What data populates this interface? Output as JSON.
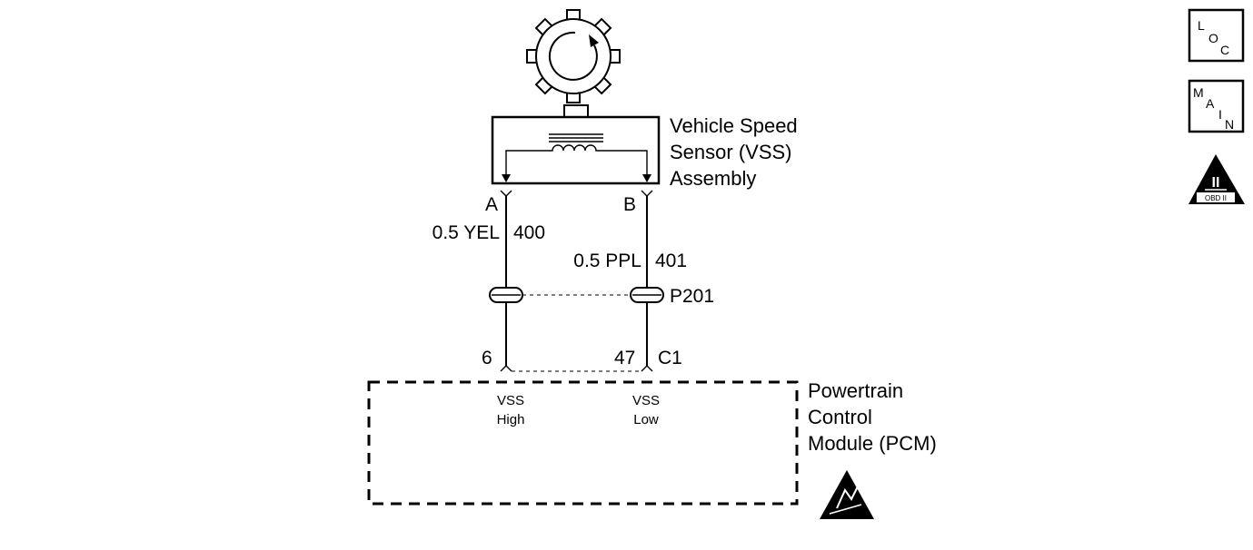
{
  "sensor": {
    "line1": "Vehicle Speed",
    "line2": "Sensor (VSS)",
    "line3": "Assembly",
    "pin_a": "A",
    "pin_b": "B"
  },
  "circuits": {
    "a_wire": "0.5 YEL",
    "a_circuit": "400",
    "b_wire": "0.5 PPL",
    "b_circuit": "401"
  },
  "connector": {
    "name": "P201",
    "pcm_pin_a": "6",
    "pcm_pin_b": "47",
    "pcm_connector": "C1"
  },
  "pcm": {
    "line1": "Powertrain",
    "line2": "Control",
    "line3": "Module (PCM)",
    "in_a_line1": "VSS",
    "in_a_line2": "High",
    "in_b_line1": "VSS",
    "in_b_line2": "Low"
  },
  "icons": {
    "loc_l": "L",
    "loc_o": "O",
    "loc_c": "C",
    "main_m": "M",
    "main_a": "A",
    "main_i": "I",
    "main_n": "N",
    "obd_top": "II",
    "obd_bottom": "OBD II",
    "names": [
      "reluctor-wheel-icon",
      "coil-icon",
      "loc-icon",
      "main-icon",
      "obd2-icon",
      "esd-warning-icon"
    ]
  }
}
